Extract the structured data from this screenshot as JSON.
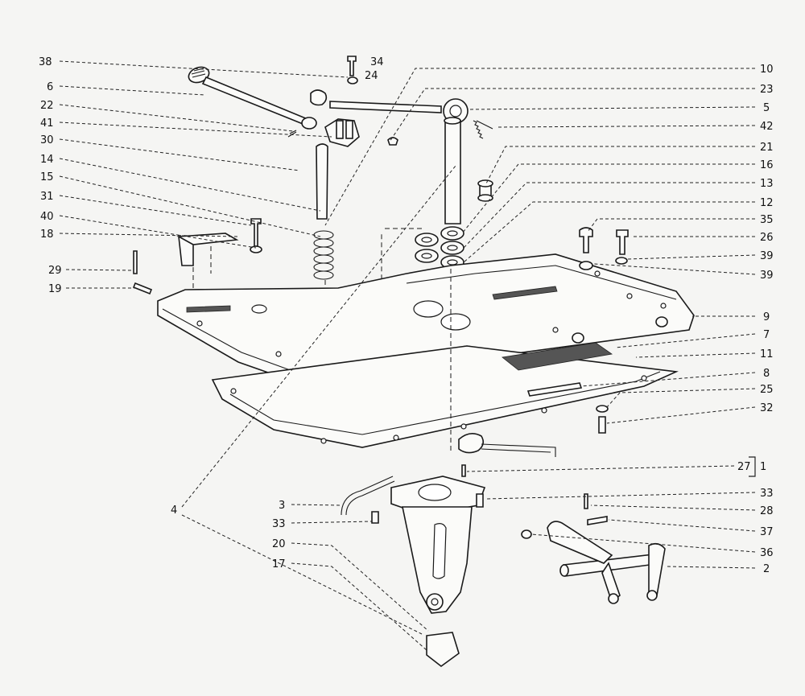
{
  "callouts": {
    "c38": "38",
    "c34": "34",
    "c24": "24",
    "c6": "6",
    "c22": "22",
    "c41": "41",
    "c30": "30",
    "c14": "14",
    "c15": "15",
    "c31": "31",
    "c40": "40",
    "c18": "18",
    "c29": "29",
    "c19": "19",
    "c10": "10",
    "c23": "23",
    "c5": "5",
    "c42": "42",
    "c21": "21",
    "c16": "16",
    "c13": "13",
    "c12": "12",
    "c35": "35",
    "c26": "26",
    "c39a": "39",
    "c39b": "39",
    "c9": "9",
    "c7": "7",
    "c11": "11",
    "c8": "8",
    "c25": "25",
    "c32": "32",
    "c27": "27",
    "c1": "1",
    "c33a": "33",
    "c28": "28",
    "c37": "37",
    "c36": "36",
    "c2": "2",
    "c3": "3",
    "c33b": "33",
    "c20": "20",
    "c17": "17",
    "c4": "4"
  }
}
